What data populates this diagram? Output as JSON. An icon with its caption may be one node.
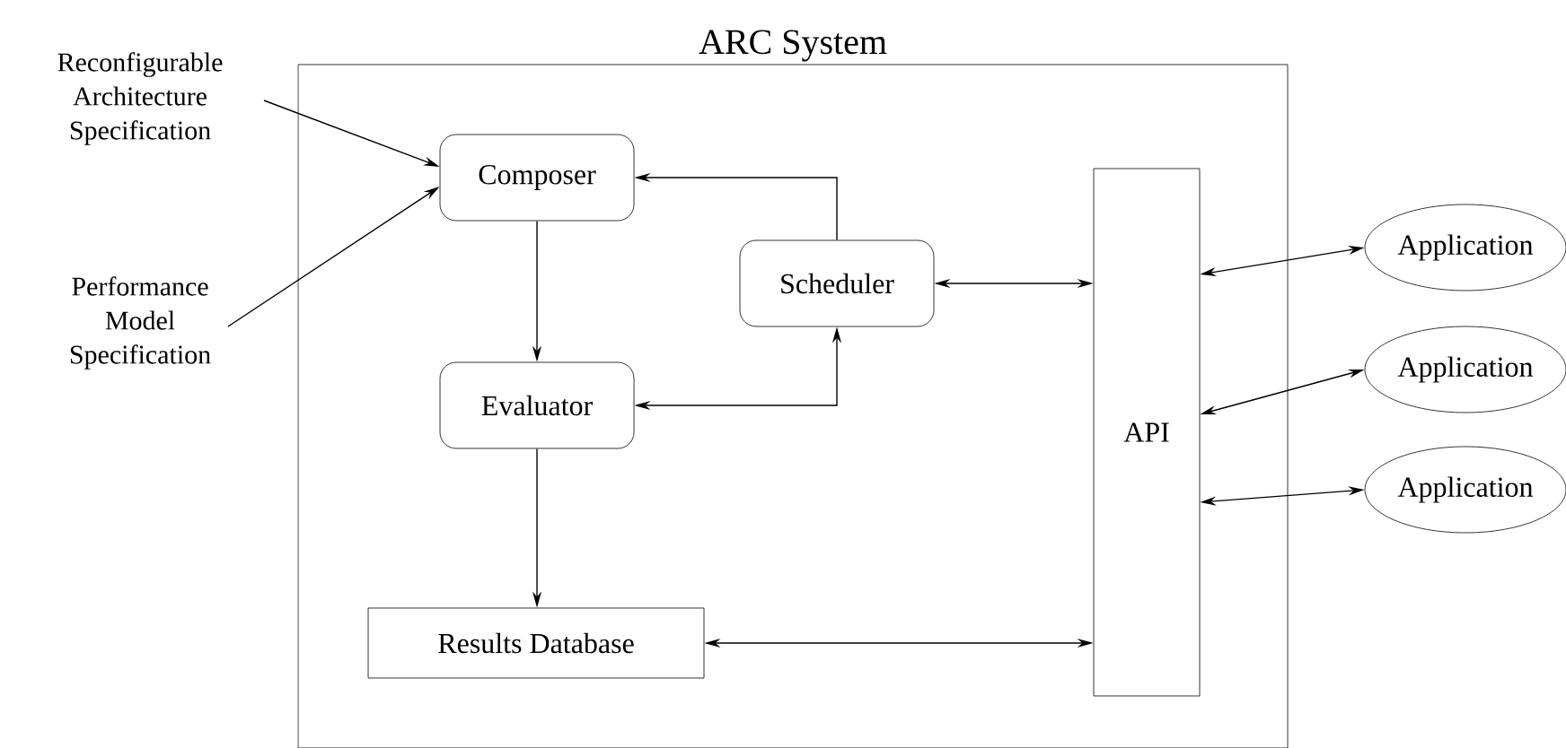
{
  "diagram": {
    "nodes": [
      {
        "text": [
          "ARC System"
        ]
      },
      {
        "text": [
          "Composer"
        ],
        "in": 0
      },
      {
        "text": [
          "Scheduler"
        ],
        "in": 0
      },
      {
        "text": [
          "Evaluator"
        ],
        "in": 0
      },
      {
        "text": [
          "Results Database"
        ],
        "in": 0
      },
      {
        "text": [
          "API"
        ],
        "in": 0
      },
      {
        "text": [
          "Application"
        ]
      },
      {
        "text": [
          "Application"
        ]
      },
      {
        "text": [
          "Application"
        ]
      },
      {
        "text": [
          "Reconfigurable Architecture Specification"
        ]
      },
      {
        "text": [
          "Performance Model Specification"
        ]
      }
    ],
    "edges": [
      {
        "from": 9,
        "to": 1,
        "arrow": "to"
      },
      {
        "from": 10,
        "to": 1,
        "arrow": "to"
      },
      {
        "from": 2,
        "to": 1,
        "arrow": "to"
      },
      {
        "from": 1,
        "to": 3,
        "arrow": "to"
      },
      {
        "from": 3,
        "to": 2,
        "arrow": "both"
      },
      {
        "from": 2,
        "to": 5,
        "arrow": "both"
      },
      {
        "from": 3,
        "to": 4,
        "arrow": "to"
      },
      {
        "from": 4,
        "to": 5,
        "arrow": "both"
      },
      {
        "from": 5,
        "to": 6,
        "arrow": "both"
      },
      {
        "from": 5,
        "to": 7,
        "arrow": "both"
      },
      {
        "from": 5,
        "to": 8,
        "arrow": "both"
      }
    ]
  }
}
